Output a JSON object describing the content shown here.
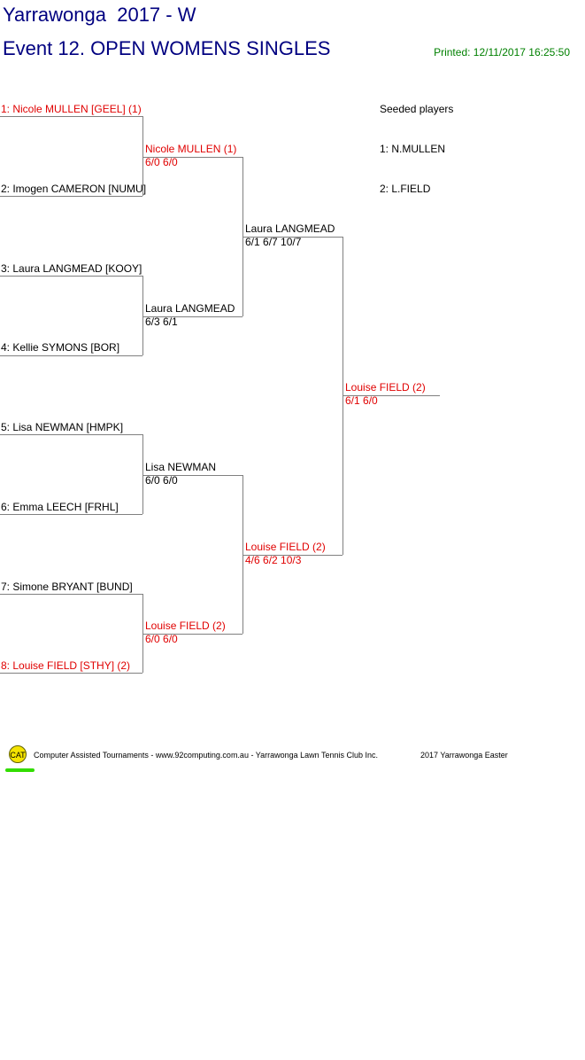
{
  "header": {
    "title": "Yarrawonga  2017 - W",
    "event": "Event 12. OPEN WOMENS SINGLES",
    "printed": "Printed: 12/11/2017 16:25:50"
  },
  "round1": [
    {
      "label": "1: Nicole MULLEN [GEEL] (1)",
      "seeded": true
    },
    {
      "label": "2: Imogen CAMERON [NUMU]",
      "seeded": false
    },
    {
      "label": "3: Laura LANGMEAD [KOOY]",
      "seeded": false
    },
    {
      "label": "4: Kellie SYMONS [BOR]",
      "seeded": false
    },
    {
      "label": "5: Lisa NEWMAN [HMPK]",
      "seeded": false
    },
    {
      "label": "6: Emma LEECH [FRHL]",
      "seeded": false
    },
    {
      "label": "7: Simone BRYANT [BUND]",
      "seeded": false
    },
    {
      "label": "8: Louise FIELD [STHY] (2)",
      "seeded": true
    }
  ],
  "round2": [
    {
      "name": "Nicole MULLEN (1)",
      "score": "6/0 6/0",
      "seeded": true
    },
    {
      "name": "Laura LANGMEAD",
      "score": "6/3 6/1",
      "seeded": false
    },
    {
      "name": "Lisa NEWMAN",
      "score": "6/0 6/0",
      "seeded": false
    },
    {
      "name": "Louise FIELD (2)",
      "score": "6/0 6/0",
      "seeded": true
    }
  ],
  "round3": [
    {
      "name": "Laura LANGMEAD",
      "score": "6/1 6/7 10/7",
      "seeded": false
    },
    {
      "name": "Louise FIELD (2)",
      "score": "4/6 6/2 10/3",
      "seeded": true
    }
  ],
  "final": {
    "name": "Louise FIELD (2)",
    "score": "6/1 6/0",
    "seeded": true
  },
  "seeds": {
    "title": "Seeded players",
    "items": [
      "1: N.MULLEN",
      "2: L.FIELD"
    ]
  },
  "footer": {
    "logo": "CAT",
    "credit": "Computer Assisted Tournaments - www.92computing.com.au -  Yarrawonga Lawn Tennis Club Inc.",
    "event": "2017 Yarrawonga Easter"
  },
  "colors": {
    "title": "#000080",
    "printed": "#008000",
    "seeded": "#e00000",
    "line": "#808080"
  }
}
